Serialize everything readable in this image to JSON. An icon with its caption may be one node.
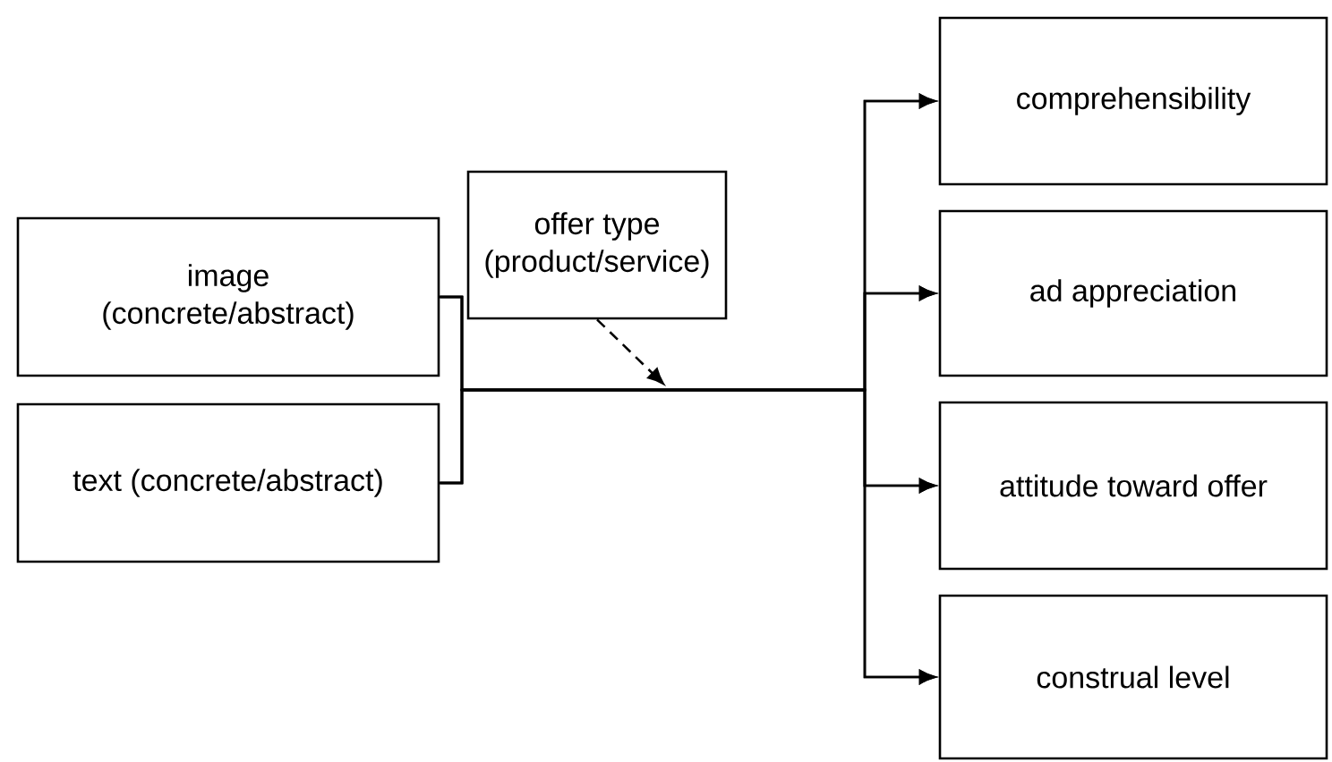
{
  "diagram": {
    "nodes": [
      {
        "text": [
          "image (concrete/abstract)"
        ]
      },
      {
        "text": [
          "text (concrete/abstract)"
        ]
      },
      {
        "text": [
          "offer type (product/service)"
        ]
      },
      {
        "text": [
          "comprehensibility"
        ]
      },
      {
        "text": [
          "ad appreciation"
        ]
      },
      {
        "text": [
          "attitude toward offer"
        ]
      },
      {
        "text": [
          "construal level"
        ]
      }
    ],
    "edges": [
      {
        "from": 0,
        "to": 3,
        "arrow": "to"
      },
      {
        "from": 0,
        "to": 4,
        "arrow": "to"
      },
      {
        "from": 0,
        "to": 5,
        "arrow": "to"
      },
      {
        "from": 0,
        "to": 6,
        "arrow": "to"
      },
      {
        "from": 1,
        "to": 3,
        "arrow": "to"
      },
      {
        "from": 1,
        "to": 4,
        "arrow": "to"
      },
      {
        "from": 1,
        "to": 5,
        "arrow": "to"
      },
      {
        "from": 1,
        "to": 6,
        "arrow": "to"
      },
      {
        "from": 2,
        "to": null,
        "arrow": "to",
        "style": "dashed"
      }
    ]
  }
}
